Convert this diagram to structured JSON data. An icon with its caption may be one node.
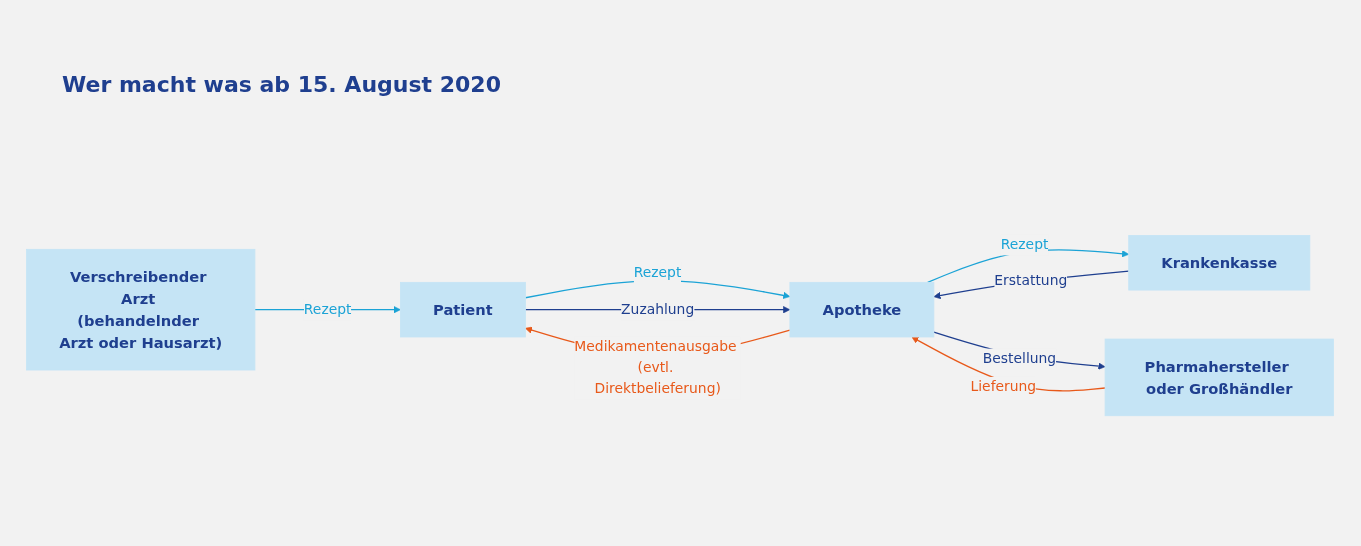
{
  "diagram": {
    "title": "Wer macht was ab 15. August 2020",
    "nodes": [
      {
        "text": [
          "Verschreibender Arzt (behandelnder Arzt oder Hausarzt)"
        ]
      },
      {
        "text": [
          "Patient"
        ]
      },
      {
        "text": [
          "Apotheke"
        ]
      },
      {
        "text": [
          "Krankenkasse"
        ]
      },
      {
        "text": [
          "Pharmahersteller oder Großhändler"
        ]
      }
    ],
    "edges": [
      {
        "from": 0,
        "to": 1,
        "arrow": "to",
        "label": "Rezept",
        "color": "#1ba3d6"
      },
      {
        "from": 1,
        "to": 2,
        "arrow": "to",
        "label": "Rezept",
        "color": "#1ba3d6"
      },
      {
        "from": 1,
        "to": 2,
        "arrow": "to",
        "label": "Zuzahlung",
        "color": "#1f3f8f"
      },
      {
        "from": 2,
        "to": 3,
        "arrow": "to",
        "label": "Rezept",
        "color": "#1ba3d6"
      },
      {
        "from": 3,
        "to": 2,
        "arrow": "to",
        "label": "Erstattung",
        "color": "#1f3f8f"
      },
      {
        "from": 2,
        "to": 4,
        "arrow": "to",
        "label": "Bestellung",
        "color": "#1f3f8f"
      },
      {
        "from": 4,
        "to": 2,
        "arrow": "to",
        "label": "Lieferung",
        "color": "#e8591a"
      },
      {
        "from": 2,
        "to": 1,
        "arrow": "to",
        "label": "Medikamentenausgabe (evtl. Direktbelieferung)",
        "color": "#e8591a"
      }
    ]
  }
}
